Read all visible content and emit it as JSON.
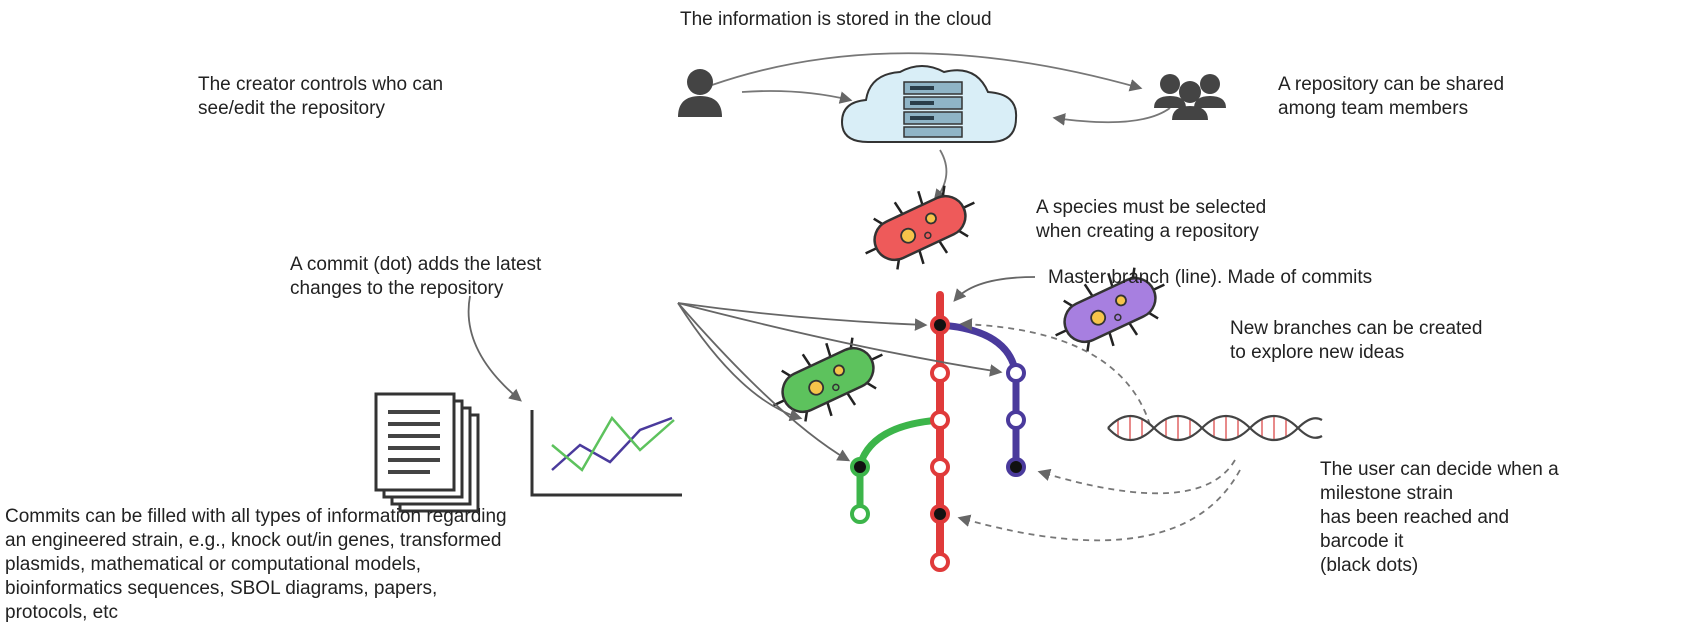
{
  "labels": {
    "cloud_storage": "The information is stored in the cloud",
    "creator_control": [
      "The creator controls who can",
      "see/edit the repository"
    ],
    "shared_repo": [
      "A repository can be shared",
      "among team members"
    ],
    "species_select": [
      "A species must be selected",
      "when creating a repository"
    ],
    "commit_desc": [
      "A commit (dot) adds the latest",
      "changes to the repository"
    ],
    "master_branch": "Master branch (line). Made of commits",
    "new_branches": [
      "New branches can be created",
      "to explore new ideas"
    ],
    "milestone": [
      "The user can decide when a",
      "milestone strain",
      "has been reached and",
      "barcode it",
      "(black dots)"
    ],
    "commit_contents": [
      "Commits can be filled with all types of information regarding",
      "an engineered strain, e.g., knock out/in genes, transformed",
      "plasmids, mathematical or computational models,",
      "bioinformatics sequences, SBOL diagrams, papers,",
      "protocols, etc"
    ]
  },
  "icons": {
    "creator": "person-icon",
    "team": "team-icon",
    "cloud": "cloud-server-icon",
    "bacteria": "bacteria-icon",
    "documents": "documents-icon",
    "chart": "line-chart-icon",
    "dna": "dna-icon"
  },
  "colors": {
    "master_branch": "#e03a3a",
    "purple_branch": "#4a3a9c",
    "green_branch": "#3cb54a",
    "milestone_dot": "#111111",
    "cloud_fill": "#d9eef7",
    "bacteria_red": "#ee5a5a",
    "bacteria_purple": "#a77fe0",
    "bacteria_green": "#5dc25d",
    "dna_bar": "#e88a8a"
  }
}
